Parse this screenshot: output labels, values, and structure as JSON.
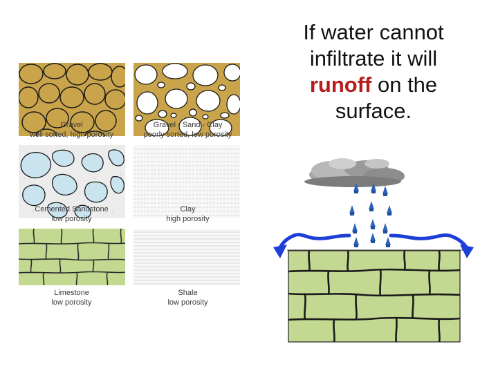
{
  "heading": {
    "before": "If water cannot infiltrate it will ",
    "highlight": "runoff",
    "after": " on the surface.",
    "highlight_color": "#b81c1c"
  },
  "panels": [
    {
      "title": "Gravel",
      "subtitle": "well sorted, high porosity",
      "fill": "#c9a44a",
      "grain": "#ffffff"
    },
    {
      "title": "Gravel  - Sand - Clay",
      "subtitle": "poorly sorted, low porosity",
      "fill": "#c9a44a",
      "grain": "#ffffff"
    },
    {
      "title": "Cemented Sandstone",
      "subtitle": "low porosity",
      "fill": "#ececec",
      "grain": "#c9e3ef"
    },
    {
      "title": "Clay",
      "subtitle": "high porosity",
      "fill": "#f7f7f7",
      "grain": "#d0d0d0"
    },
    {
      "title": "Limestone",
      "subtitle": "low porosity",
      "fill": "#c3d890",
      "grain": "#333333"
    },
    {
      "title": "Shale",
      "subtitle": "low porosity",
      "fill": "#f7f7f7",
      "grain": "#cfcfcf"
    }
  ],
  "colors": {
    "runoff_arrow": "#1e3fd6",
    "raindrop": "#2a63b8",
    "cloud": "#8d8d8d",
    "rock": "#c3d890"
  }
}
